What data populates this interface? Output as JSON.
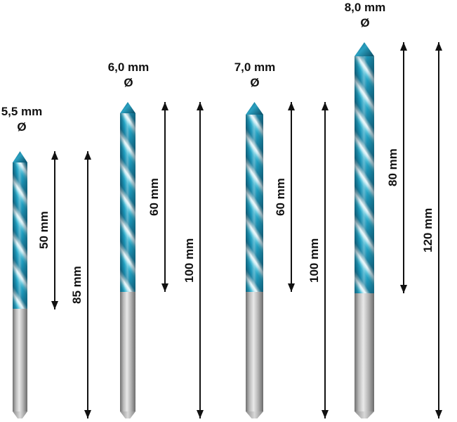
{
  "figure": {
    "bits": [
      {
        "diameter_label": "5,5 mm",
        "diameter_symbol": "Ø",
        "flute_length_label": "50 mm",
        "total_length_label": "85 mm"
      },
      {
        "diameter_label": "6,0 mm",
        "diameter_symbol": "Ø",
        "flute_length_label": "60 mm",
        "total_length_label": "100 mm"
      },
      {
        "diameter_label": "7,0 mm",
        "diameter_symbol": "Ø",
        "flute_length_label": "60 mm",
        "total_length_label": "100 mm"
      },
      {
        "diameter_label": "8,0 mm",
        "diameter_symbol": "Ø",
        "flute_length_label": "80 mm",
        "total_length_label": "120 mm"
      }
    ],
    "colors": {
      "flute_teal": "#25a5c6",
      "flute_dark": "#1e84a4",
      "flute_highlight": "#e8f7fb",
      "tip_dark": "#0c607c",
      "shank_light": "#e9e9e9",
      "shank_dark": "#6f6f6f",
      "dimension_black": "#111111",
      "background": "#ffffff"
    }
  }
}
